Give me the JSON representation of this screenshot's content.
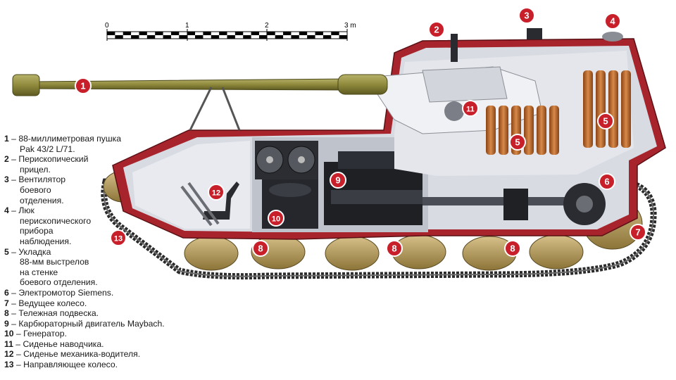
{
  "scale": {
    "ticks": [
      "0",
      "1",
      "2",
      "3 m"
    ]
  },
  "callouts": [
    {
      "num": "1"
    },
    {
      "num": "2"
    },
    {
      "num": "3"
    },
    {
      "num": "4"
    },
    {
      "num": "5"
    },
    {
      "num": "5"
    },
    {
      "num": "6"
    },
    {
      "num": "7"
    },
    {
      "num": "8"
    },
    {
      "num": "8"
    },
    {
      "num": "8"
    },
    {
      "num": "9"
    },
    {
      "num": "10"
    },
    {
      "num": "11"
    },
    {
      "num": "12"
    },
    {
      "num": "13"
    }
  ],
  "legend": [
    {
      "num": "1",
      "lines": [
        "– 88-миллиметровая пушка",
        "Pak 43/2 L/71."
      ]
    },
    {
      "num": "2",
      "lines": [
        "– Перископический",
        "прицел."
      ]
    },
    {
      "num": "3",
      "lines": [
        "– Вентилятор",
        "боевого",
        "отделения."
      ]
    },
    {
      "num": "4",
      "lines": [
        "– Люк",
        "перископического",
        "прибора",
        "наблюдения."
      ]
    },
    {
      "num": "5",
      "lines": [
        "– Укладка",
        "88-мм выстрелов",
        "на стенке",
        "боевого отделения."
      ]
    },
    {
      "num": "6",
      "lines": [
        "– Электромотор Siemens."
      ]
    },
    {
      "num": "7",
      "lines": [
        "– Ведущее колесо."
      ]
    },
    {
      "num": "8",
      "lines": [
        "– Тележная подвеска."
      ]
    },
    {
      "num": "9",
      "lines": [
        "– Карбюраторный двигатель Maybach."
      ]
    },
    {
      "num": "10",
      "lines": [
        "– Генератор."
      ]
    },
    {
      "num": "11",
      "lines": [
        "– Сиденье наводчика."
      ]
    },
    {
      "num": "12",
      "lines": [
        "– Сиденье механика-водителя."
      ]
    },
    {
      "num": "13",
      "lines": [
        "– Направляющее колесо."
      ]
    }
  ],
  "colors": {
    "callout": "#c8202a",
    "armor": "#a8242c",
    "barrel": "#8f8a3c",
    "hull_interior": "#d8dbe2",
    "shells": "#c0692a",
    "wheels": "#b59a5a",
    "track": "#2a2a2a"
  }
}
